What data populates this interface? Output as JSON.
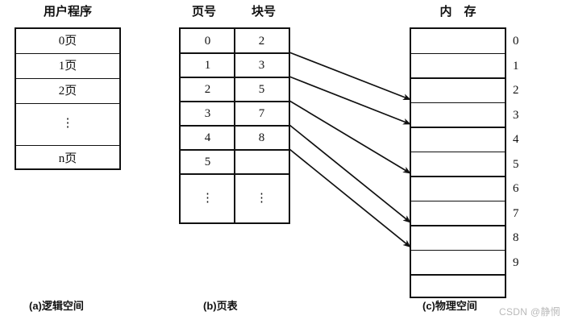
{
  "diagram": {
    "title_a": "用户程序",
    "title_b_left": "页号",
    "title_b_right": "块号",
    "title_c": "内　存",
    "caption_a": "(a)逻辑空间",
    "caption_b": "(b)页表",
    "caption_c": "(c)物理空间",
    "watermark": "CSDN @静惘"
  },
  "logical_space": {
    "rows": [
      {
        "label": "0页"
      },
      {
        "label": "1页"
      },
      {
        "label": "2页"
      },
      {
        "label": "⋮"
      },
      {
        "label": "n页"
      }
    ]
  },
  "page_table": {
    "header_left": "页号",
    "header_right": "块号",
    "rows": [
      {
        "page": "0",
        "block": "2"
      },
      {
        "page": "1",
        "block": "3"
      },
      {
        "page": "2",
        "block": "5"
      },
      {
        "page": "3",
        "block": "7"
      },
      {
        "page": "4",
        "block": "8"
      },
      {
        "page": "5",
        "block": ""
      },
      {
        "page": "⋮",
        "block": "⋮"
      }
    ]
  },
  "physical_space": {
    "title": "内　存",
    "frame_labels": [
      "0",
      "1",
      "2",
      "3",
      "4",
      "5",
      "6",
      "7",
      "8",
      "9",
      ""
    ],
    "occupied_frames": [
      2,
      3,
      5,
      7,
      8
    ]
  },
  "mappings": [
    {
      "page": "0",
      "frame": "2"
    },
    {
      "page": "1",
      "frame": "3"
    },
    {
      "page": "2",
      "frame": "5"
    },
    {
      "page": "3",
      "frame": "7"
    },
    {
      "page": "4",
      "frame": "8"
    }
  ],
  "colors": {
    "stroke": "#111111",
    "background": "#ffffff",
    "watermark": "#b9b9b9"
  }
}
